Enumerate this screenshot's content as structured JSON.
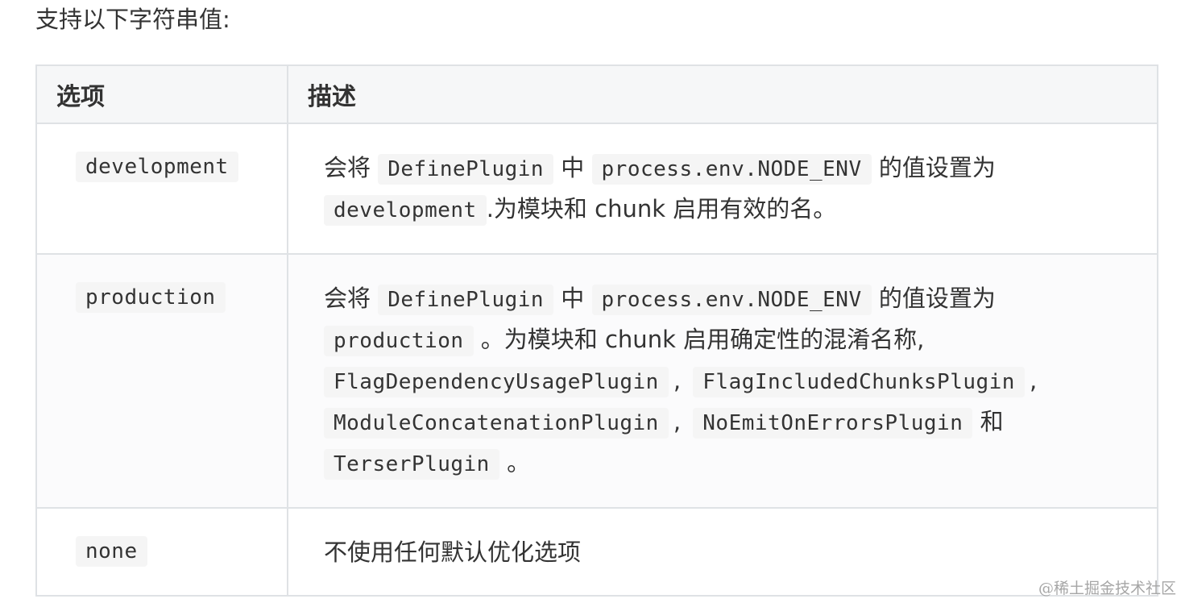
{
  "intro_text": "支持以下字符串值:",
  "table": {
    "headers": [
      "选项",
      "描述"
    ],
    "rows": [
      {
        "option": "development",
        "desc": {
          "t1": "会将",
          "c1": "DefinePlugin",
          "t2": "中",
          "c2": "process.env.NODE_ENV",
          "t3": "的值设置为",
          "c3": "development",
          "t4": ".为模块和 chunk 启用有效的名。"
        }
      },
      {
        "option": "production",
        "desc": {
          "t1": "会将",
          "c1": "DefinePlugin",
          "t2": "中",
          "c2": "process.env.NODE_ENV",
          "t3": "的值设置为",
          "c3": "production",
          "t4": "。为模块和 chunk 启用确定性的混淆名称,",
          "c4": "FlagDependencyUsagePlugin",
          "s1": ",",
          "c5": "FlagIncludedChunksPlugin",
          "s2": ",",
          "c6": "ModuleConcatenationPlugin",
          "s3": ",",
          "c7": "NoEmitOnErrorsPlugin",
          "t5": "和",
          "c8": "TerserPlugin",
          "t6": "。"
        }
      },
      {
        "option": "none",
        "desc": {
          "t1": "不使用任何默认优化选项"
        }
      }
    ]
  },
  "watermark": "@稀土掘金技术社区"
}
